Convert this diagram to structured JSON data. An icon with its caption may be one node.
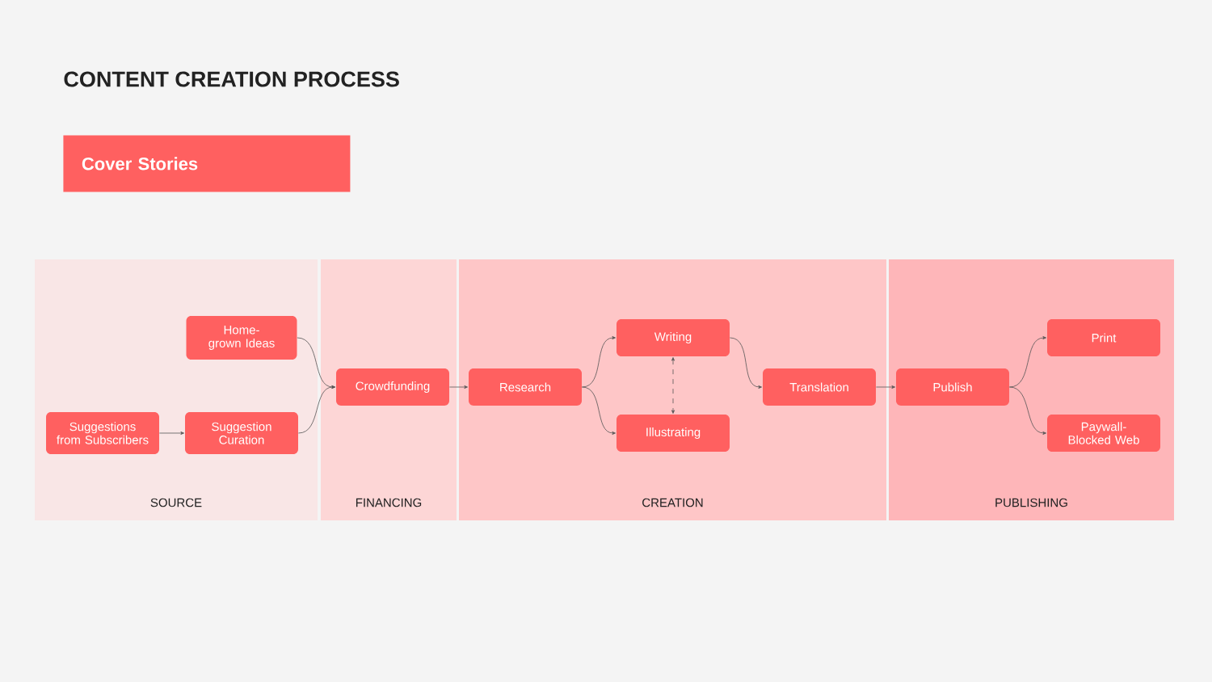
{
  "diagram": {
    "title": "CONTENT CREATION PROCESS",
    "nodes": [
      {
        "text": [
          "Cover Stories"
        ]
      },
      {
        "text": [
          "SOURCE"
        ]
      },
      {
        "text": [
          "Home-grown Ideas"
        ],
        "in": 1
      },
      {
        "text": [
          "Suggestions from Subscribers"
        ],
        "in": 1
      },
      {
        "text": [
          "Suggestion Curation"
        ],
        "in": 1
      },
      {
        "text": [
          "FINANCING"
        ]
      },
      {
        "text": [
          "Crowdfunding"
        ],
        "in": 5
      },
      {
        "text": [
          "CREATION"
        ]
      },
      {
        "text": [
          "Research"
        ],
        "in": 7
      },
      {
        "text": [
          "Writing"
        ],
        "in": 7
      },
      {
        "text": [
          "Illustrating"
        ],
        "in": 7
      },
      {
        "text": [
          "Translation"
        ],
        "in": 7
      },
      {
        "text": [
          "PUBLISHING"
        ]
      },
      {
        "text": [
          "Publish"
        ],
        "in": 12
      },
      {
        "text": [
          "Print"
        ],
        "in": 12
      },
      {
        "text": [
          "Paywall-Blocked Web"
        ],
        "in": 12
      }
    ],
    "edges": [
      {
        "from": 3,
        "to": 4,
        "arrow": "to"
      },
      {
        "from": 2,
        "to": 6,
        "arrow": "to"
      },
      {
        "from": 4,
        "to": 6,
        "arrow": "to"
      },
      {
        "from": 6,
        "to": 8,
        "arrow": "to"
      },
      {
        "from": 8,
        "to": 9,
        "arrow": "to"
      },
      {
        "from": 8,
        "to": 10,
        "arrow": "to"
      },
      {
        "from": 9,
        "to": 10,
        "arrow": "both",
        "style": "dashed"
      },
      {
        "from": 9,
        "to": 11,
        "arrow": "to"
      },
      {
        "from": 11,
        "to": 13,
        "arrow": "to"
      },
      {
        "from": 13,
        "to": 14,
        "arrow": "to"
      },
      {
        "from": 13,
        "to": 15,
        "arrow": "to"
      }
    ]
  }
}
